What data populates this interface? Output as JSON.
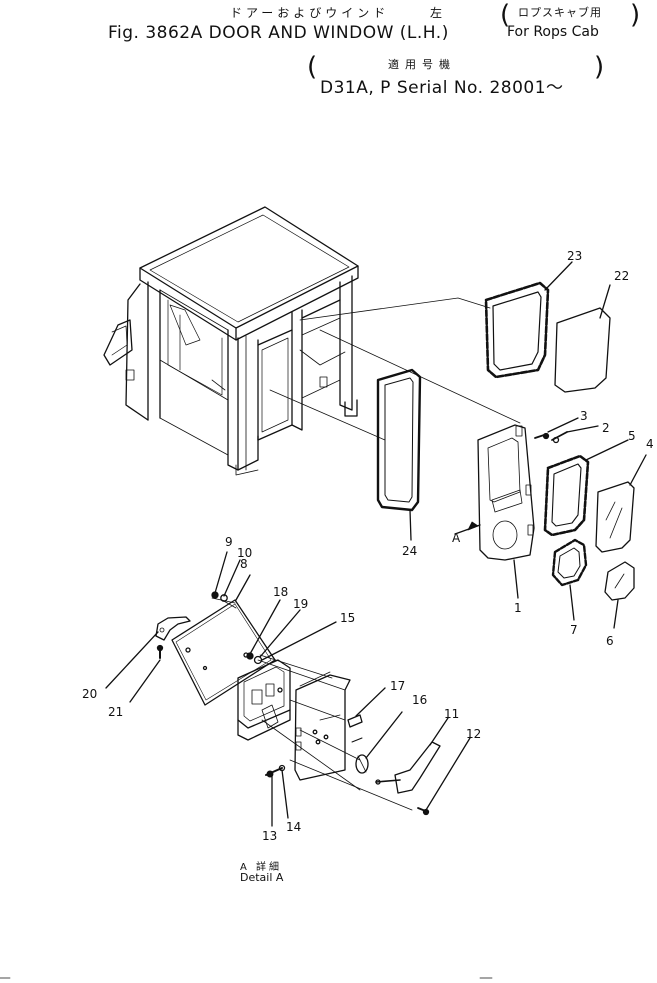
{
  "header": {
    "japanese_title": "ドアーおよびウインド",
    "japanese_side": "左",
    "japanese_note": "ロプスキャブ用",
    "figure_title": "Fig. 3862A DOOR AND WINDOW (L.H.)",
    "cab_note": "For Rops Cab",
    "japanese_applicable": "適用号機",
    "serial": "D31A, P Serial No. 28001～"
  },
  "parts": [
    "1",
    "2",
    "3",
    "4",
    "5",
    "6",
    "7",
    "8",
    "9",
    "10",
    "11",
    "12",
    "13",
    "14",
    "15",
    "16",
    "17",
    "18",
    "19",
    "20",
    "21",
    "22",
    "23",
    "24"
  ],
  "detail": {
    "marker": "A",
    "japanese_label": "A 詳細",
    "english_label": "Detail A"
  }
}
